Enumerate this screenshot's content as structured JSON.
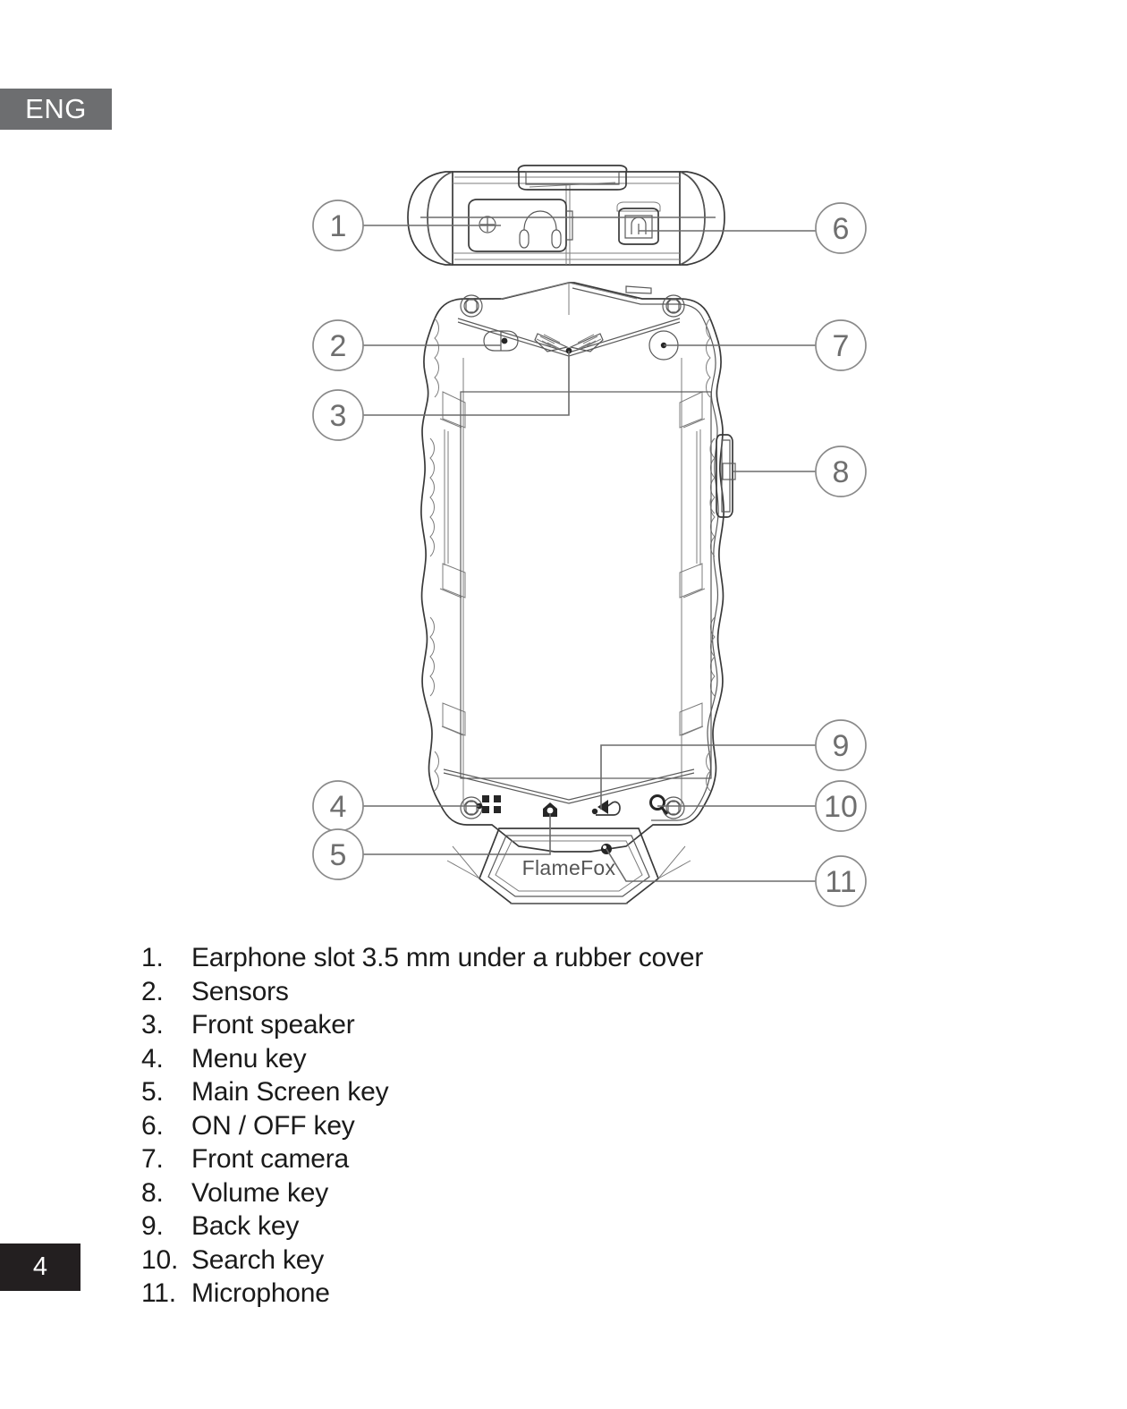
{
  "page": {
    "language_tag": "ENG",
    "page_number": "4",
    "brand_logo_text": "FlameFox"
  },
  "diagram": {
    "title": "Phone front and top view with numbered callouts",
    "callouts": [
      {
        "number": "1",
        "side": "left",
        "target": "earphone-slot"
      },
      {
        "number": "2",
        "side": "left",
        "target": "sensors"
      },
      {
        "number": "3",
        "side": "left",
        "target": "front-speaker"
      },
      {
        "number": "4",
        "side": "left",
        "target": "menu-key"
      },
      {
        "number": "5",
        "side": "left",
        "target": "main-screen-key"
      },
      {
        "number": "6",
        "side": "right",
        "target": "on-off-key"
      },
      {
        "number": "7",
        "side": "right",
        "target": "front-camera"
      },
      {
        "number": "8",
        "side": "right",
        "target": "volume-key"
      },
      {
        "number": "9",
        "side": "right",
        "target": "back-key"
      },
      {
        "number": "10",
        "side": "right",
        "target": "search-key"
      },
      {
        "number": "11",
        "side": "right",
        "target": "microphone"
      }
    ],
    "icons": {
      "headphone": "headphone-icon",
      "power": "power-icon",
      "menu": "menu-grid-icon",
      "home": "home-icon",
      "back": "back-arrow-icon",
      "search": "search-magnifier-icon"
    }
  },
  "features": [
    {
      "number": "1.",
      "label": "Earphone slot 3.5 mm under a rubber cover"
    },
    {
      "number": "2.",
      "label": "Sensors"
    },
    {
      "number": "3.",
      "label": "Front speaker"
    },
    {
      "number": "4.",
      "label": "Menu key"
    },
    {
      "number": "5.",
      "label": "Main Screen key"
    },
    {
      "number": "6.",
      "label": "ON / OFF key"
    },
    {
      "number": "7.",
      "label": "Front camera"
    },
    {
      "number": "8.",
      "label": "Volume key"
    },
    {
      "number": "9.",
      "label": "Back key"
    },
    {
      "number": "10.",
      "label": "Search key"
    },
    {
      "number": "11.",
      "label": "Microphone"
    }
  ],
  "colors": {
    "lang_tag_bg": "#6d6e70",
    "page_number_bg": "#231f20",
    "line_stroke": "#6b6b6b",
    "outline_stroke": "#404040",
    "text": "#1a1a1a"
  }
}
